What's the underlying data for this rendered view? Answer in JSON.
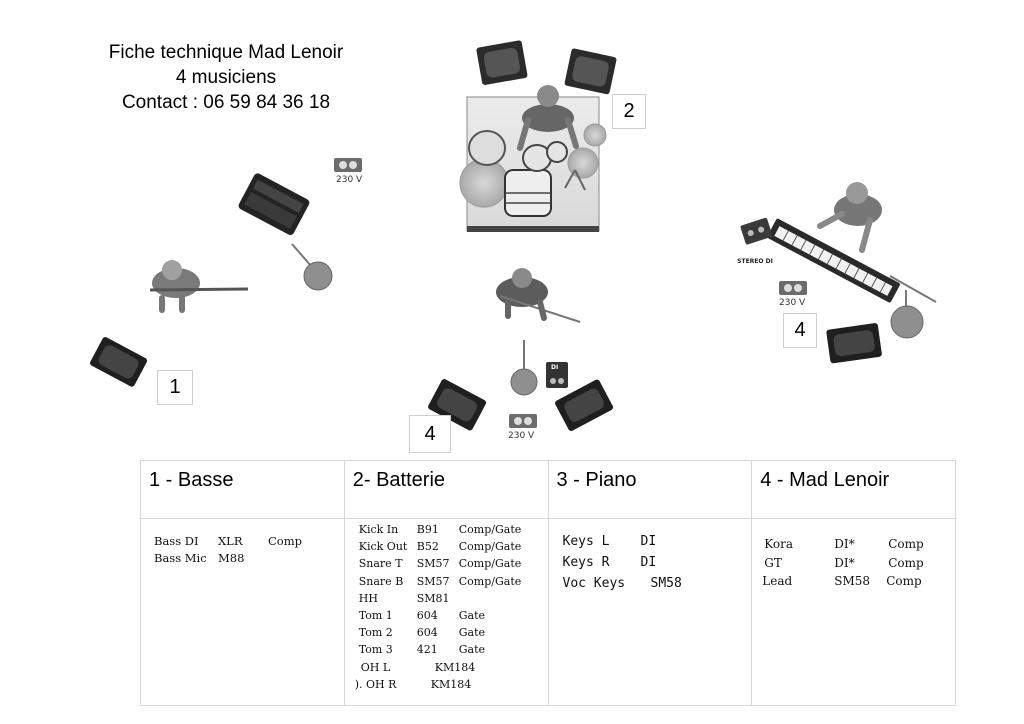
{
  "title": {
    "line1": "Fiche technique Mad Lenoir",
    "line2": "4 musiciens",
    "line3": "Contact : 06 59 84 36 18"
  },
  "markers": [
    "1",
    "2",
    "4",
    "4"
  ],
  "outlets": [
    "230 V",
    "230 V",
    "230 V"
  ],
  "devices": {
    "di": "DI",
    "stereo_di": "STEREO DI"
  },
  "table": {
    "headers": [
      "1 - Basse",
      "2- Batterie",
      "3 - Piano",
      "4 - Mad Lenoir"
    ],
    "basse": [
      [
        "Bass DI",
        "XLR",
        "Comp"
      ],
      [
        "Bass Mic",
        "M88",
        ""
      ]
    ],
    "batterie": [
      [
        "Kick In",
        "B91",
        "Comp/Gate"
      ],
      [
        "Kick Out",
        "B52",
        "Comp/Gate"
      ],
      [
        "Snare T",
        "SM57",
        "Comp/Gate"
      ],
      [
        "Snare B",
        "SM57",
        "Comp/Gate"
      ],
      [
        "HH",
        "SM81",
        ""
      ],
      [
        "Tom 1",
        "604",
        "Gate"
      ],
      [
        "Tom 2",
        "604",
        "Gate"
      ],
      [
        "Tom 3",
        "421",
        "Gate"
      ],
      [
        "OH L",
        "KM184",
        ""
      ],
      [
        "). OH R",
        "KM184",
        ""
      ]
    ],
    "piano": [
      [
        "Keys L",
        "DI"
      ],
      [
        "Keys R",
        "DI"
      ],
      [
        "Voc Keys",
        "SM58"
      ]
    ],
    "mad_lenoir": [
      [
        "Kora",
        "DI*",
        "Comp"
      ],
      [
        "GT",
        "DI*",
        "Comp"
      ],
      [
        "Lead",
        "SM58",
        "Comp"
      ]
    ]
  }
}
